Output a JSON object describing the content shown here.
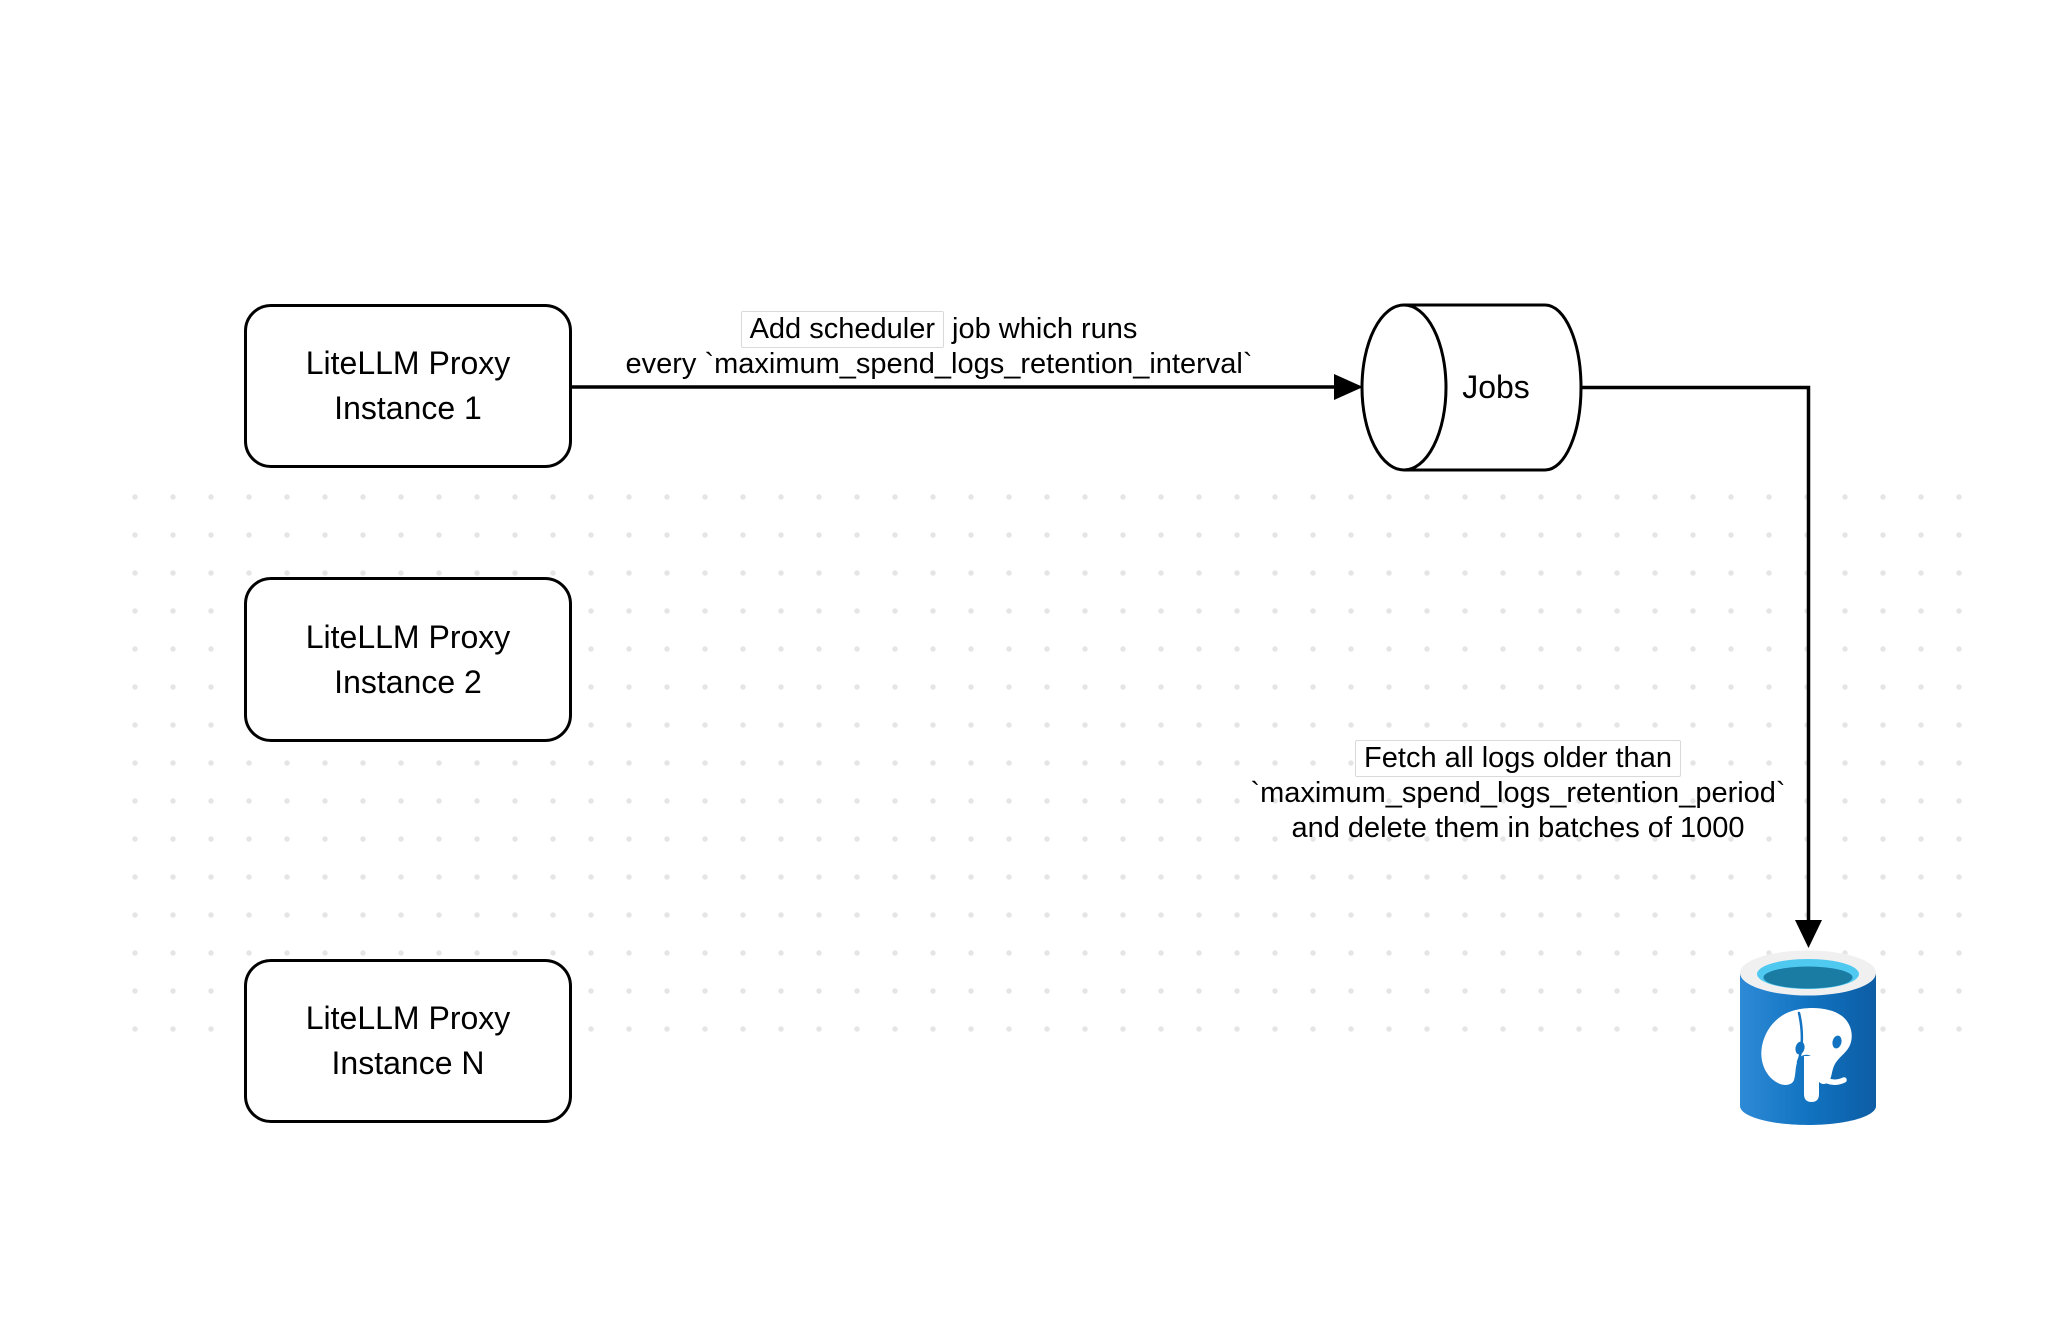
{
  "boxes": [
    {
      "line1": "LiteLLM Proxy",
      "line2": "Instance 1"
    },
    {
      "line1": "LiteLLM Proxy",
      "line2": "Instance 2"
    },
    {
      "line1": "LiteLLM Proxy",
      "line2": "Instance N"
    }
  ],
  "cylinder": {
    "label": "Jobs"
  },
  "edges": {
    "scheduler": {
      "line1_highlight": "Add scheduler",
      "line1_rest": " job which runs",
      "line2": "every `maximum_spend_logs_retention_interval`"
    },
    "fetch": {
      "line1": "Fetch all logs older than",
      "line2": "`maximum_spend_logs_retention_period`",
      "line3": "and delete them in batches of 1000"
    }
  },
  "icons": {
    "database": "postgresql-icon",
    "queue": "jobs-cylinder"
  },
  "colors": {
    "stroke": "#000000",
    "box_fill": "#ffffff",
    "canvas_bg": "#ffffff",
    "dot": "#e5e5e5",
    "label_box_border": "#d9d9d9",
    "pg_body": "#1173c1",
    "pg_body_light": "#2e8ad6",
    "pg_body_dark": "#0d5da4",
    "pg_rim": "#f0f0f0",
    "pg_opening": "#4fc9f0",
    "pg_liquid": "#1a7ba3",
    "pg_elephant": "#ffffff"
  }
}
